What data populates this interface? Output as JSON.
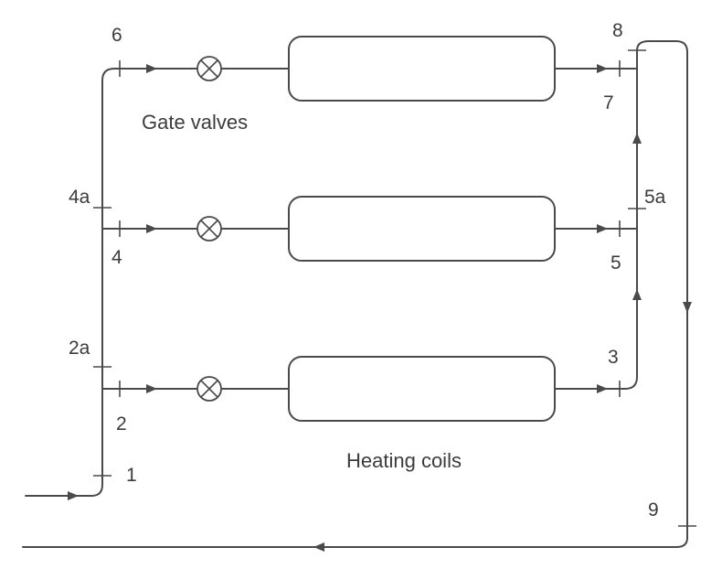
{
  "labels": {
    "n6": "6",
    "n8": "8",
    "n7": "7",
    "n4a": "4a",
    "n4": "4",
    "n5a": "5a",
    "n5": "5",
    "n2a": "2a",
    "n2": "2",
    "n3": "3",
    "n1": "1",
    "n9": "9"
  },
  "captions": {
    "gate_valves": "Gate valves",
    "heating_coils": "Heating coils"
  }
}
